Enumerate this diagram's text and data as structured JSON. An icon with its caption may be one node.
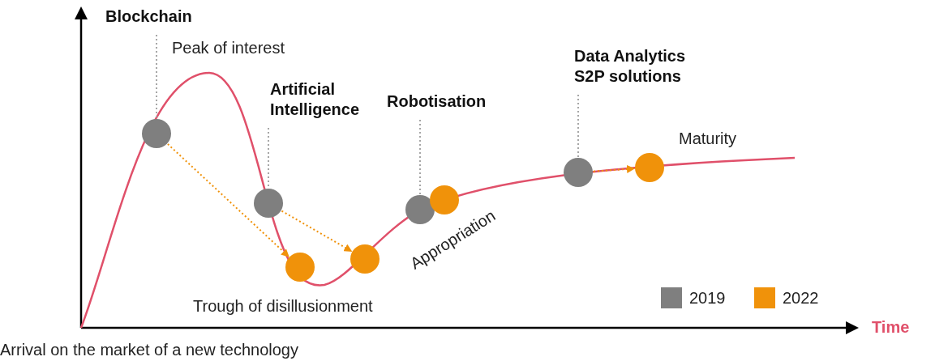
{
  "diagram": {
    "nodes": [
      {
        "text": [
          "Blockchain"
        ]
      },
      {
        "text": [],
        "shape": "circle"
      },
      {
        "text": [],
        "shape": "circle"
      },
      {
        "text": [
          "Artificial Intelligence"
        ]
      },
      {
        "text": [],
        "shape": "circle"
      },
      {
        "text": [],
        "shape": "circle"
      },
      {
        "text": [
          "Robotisation"
        ]
      },
      {
        "text": [],
        "shape": "circle"
      },
      {
        "text": [],
        "shape": "circle"
      },
      {
        "text": [
          "Data Analytics S2P solutions"
        ]
      },
      {
        "text": [],
        "shape": "circle"
      },
      {
        "text": [],
        "shape": "circle"
      }
    ],
    "edges": [
      {
        "from": 0,
        "to": 1,
        "arrow": "none",
        "style": "dashed"
      },
      {
        "from": 1,
        "to": 2,
        "arrow": "to",
        "style": "dashed",
        "color": "#f0920a"
      },
      {
        "from": 3,
        "to": 4,
        "arrow": "none",
        "style": "dashed"
      },
      {
        "from": 4,
        "to": 5,
        "arrow": "to",
        "style": "dashed",
        "color": "#f0920a"
      },
      {
        "from": 6,
        "to": 7,
        "arrow": "none",
        "style": "dashed"
      },
      {
        "from": 9,
        "to": 10,
        "arrow": "none",
        "style": "dashed"
      },
      {
        "from": 10,
        "to": 11,
        "arrow": "to",
        "style": "dashed",
        "color": "#f0920a"
      }
    ],
    "labels": [
      "Peak of interest",
      "Maturity",
      "Appropriation",
      "Trough of disillusionment",
      "Time",
      "Arrival on the market of a new technology"
    ],
    "legend": [
      {
        "text": "2019",
        "color": "#7f7f7f"
      },
      {
        "text": "2022",
        "color": "#f0920a"
      }
    ]
  }
}
